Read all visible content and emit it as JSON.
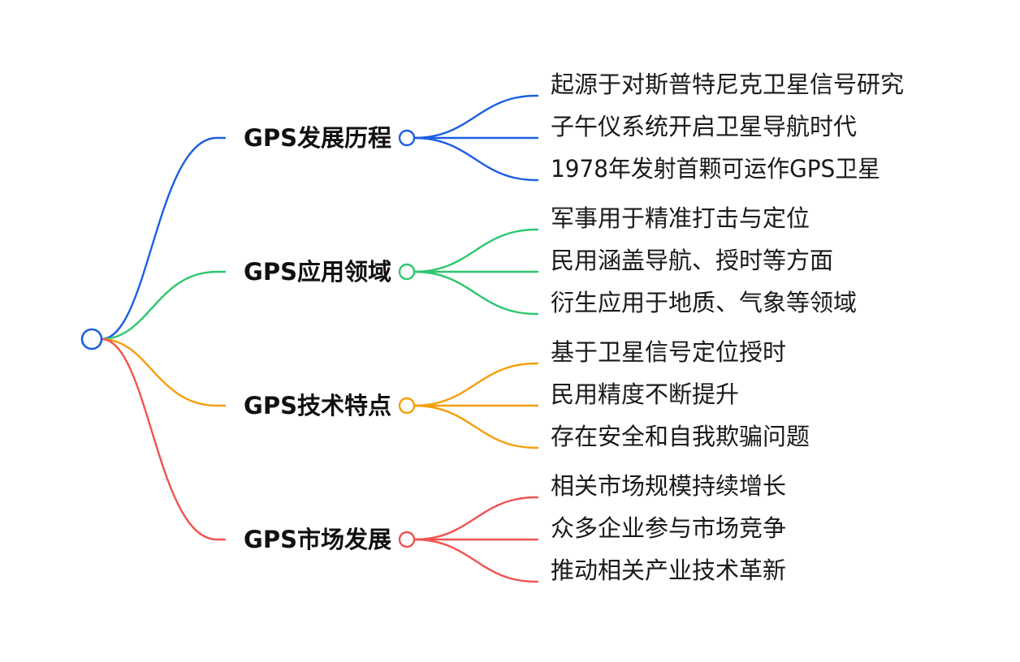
{
  "root": {
    "label": "",
    "color": "#1c5fe0"
  },
  "branches": [
    {
      "label": "GPS发展历程",
      "color": "#1c5fe0",
      "children": [
        "起源于对斯普特尼克卫星信号研究",
        "子午仪系统开启卫星导航时代",
        "1978年发射首颗可运作GPS卫星"
      ]
    },
    {
      "label": "GPS应用领域",
      "color": "#2ec66f",
      "children": [
        "军事用于精准打击与定位",
        "民用涵盖导航、授时等方面",
        "衍生应用于地质、气象等领域"
      ]
    },
    {
      "label": "GPS技术特点",
      "color": "#f59e0b",
      "children": [
        "基于卫星信号定位授时",
        "民用精度不断提升",
        "存在安全和自我欺骗问题"
      ]
    },
    {
      "label": "GPS市场发展",
      "color": "#ef5350",
      "children": [
        "相关市场规模持续增长",
        "众多企业参与市场竞争",
        "推动相关产业技术革新"
      ]
    }
  ]
}
